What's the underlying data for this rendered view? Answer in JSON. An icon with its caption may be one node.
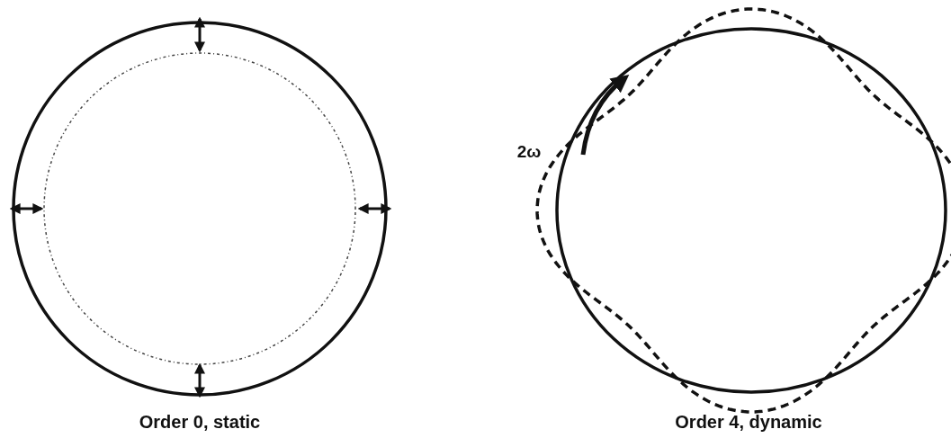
{
  "diagram": {
    "labels": [
      "2ω",
      "Order 0, static",
      "Order 4, dynamic"
    ]
  }
}
